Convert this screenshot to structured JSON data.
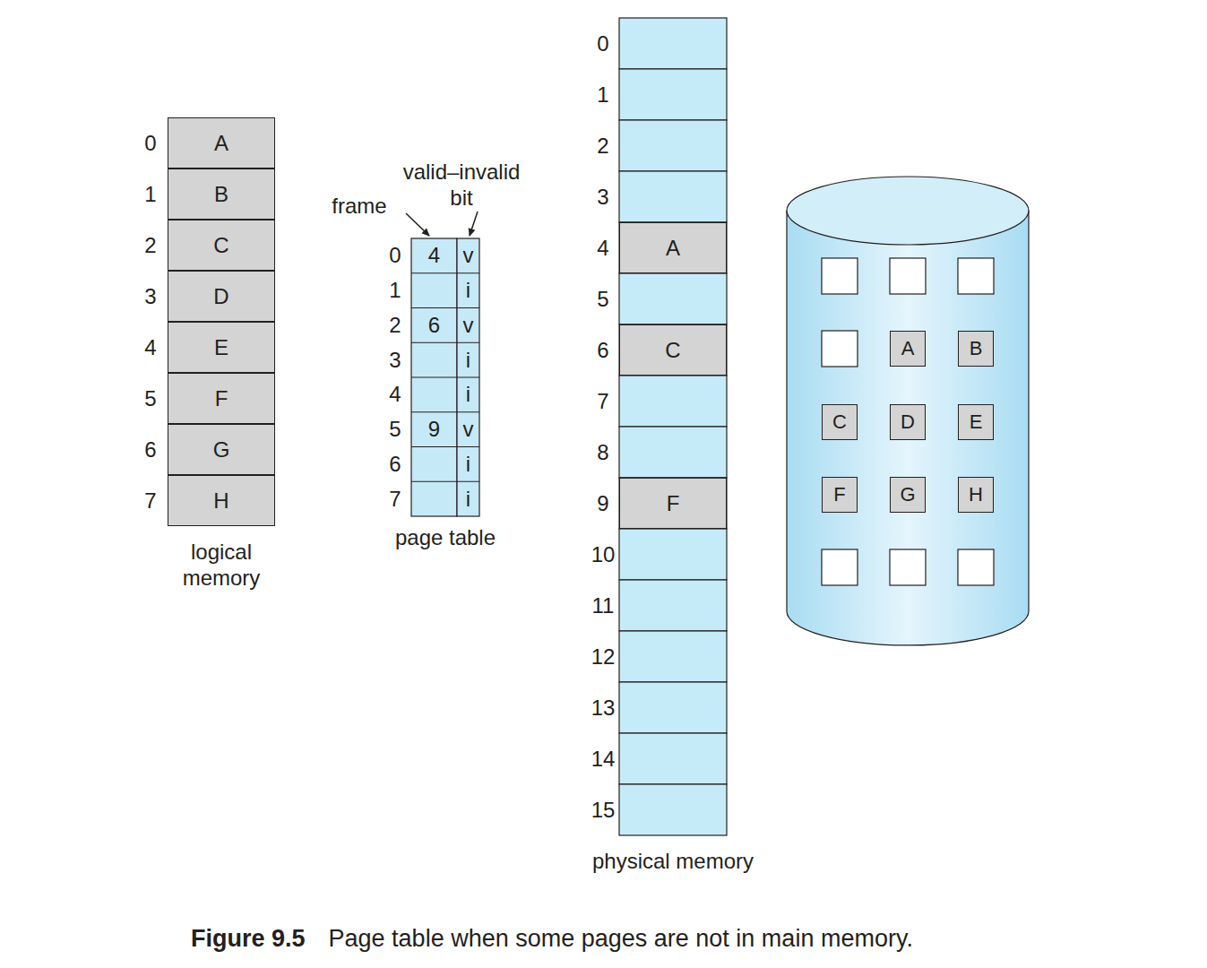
{
  "diagram": {
    "caption": "Page table when some pages are not in main memory.",
    "nodes": [
      {
        "text": [
          "A"
        ]
      },
      {
        "text": [
          "B"
        ]
      },
      {
        "text": [
          "C"
        ]
      },
      {
        "text": [
          "D"
        ]
      },
      {
        "text": [
          "E"
        ]
      },
      {
        "text": [
          "F"
        ]
      },
      {
        "text": [
          "G"
        ]
      },
      {
        "text": [
          "H"
        ]
      },
      {
        "text": [
          "A"
        ]
      },
      {
        "text": [
          "C"
        ]
      },
      {
        "text": [
          "F"
        ]
      },
      {
        "text": [
          "A"
        ]
      },
      {
        "text": [
          "B"
        ]
      },
      {
        "text": [
          "C"
        ]
      },
      {
        "text": [
          "D"
        ]
      },
      {
        "text": [
          "E"
        ]
      },
      {
        "text": [
          "F"
        ]
      },
      {
        "text": [
          "G"
        ]
      },
      {
        "text": [
          "H"
        ]
      }
    ],
    "labels": [
      "0",
      "1",
      "2",
      "3",
      "4",
      "5",
      "6",
      "7",
      "logical memory",
      "frame",
      "valid–invalid bit",
      "0",
      "1",
      "2",
      "3",
      "4",
      "5",
      "6",
      "7",
      "4",
      "v",
      "i",
      "6",
      "v",
      "i",
      "i",
      "9",
      "v",
      "i",
      "i",
      "page table",
      "0",
      "1",
      "2",
      "3",
      "4",
      "5",
      "6",
      "7",
      "8",
      "9",
      "10",
      "11",
      "12",
      "13",
      "14",
      "15",
      "physical memory",
      "Figure 9.5"
    ]
  }
}
